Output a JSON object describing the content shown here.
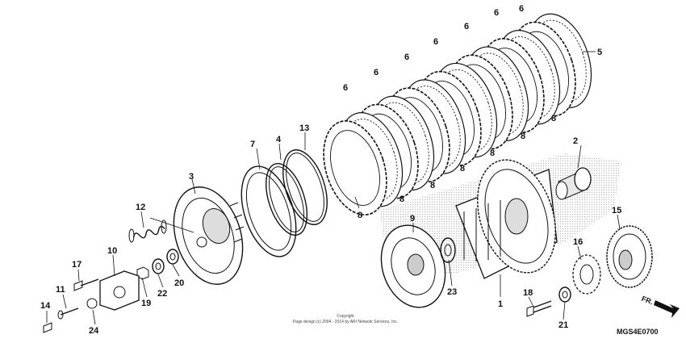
{
  "callouts": {
    "c1": "1",
    "c2": "2",
    "c3": "3",
    "c4": "4",
    "c5": "5",
    "c6": "6",
    "c7": "7",
    "c8": "8",
    "c9": "9",
    "c10": "10",
    "c11": "11",
    "c12": "12",
    "c13": "13",
    "c14": "14",
    "c15": "15",
    "c16": "16",
    "c17": "17",
    "c18": "18",
    "c19": "19",
    "c20": "20",
    "c21": "21",
    "c22": "22",
    "c23": "23",
    "c24": "24"
  },
  "copyright": {
    "line1": "Copyright",
    "line2": "Page design (c) 2004 - 2014 by ARI Network Services, Inc."
  },
  "direction": "FR.",
  "diagram_code": "MGS4E0700",
  "colors": {
    "ink": "#111111",
    "stipple": "#bdbdbd",
    "background": "#ffffff"
  }
}
